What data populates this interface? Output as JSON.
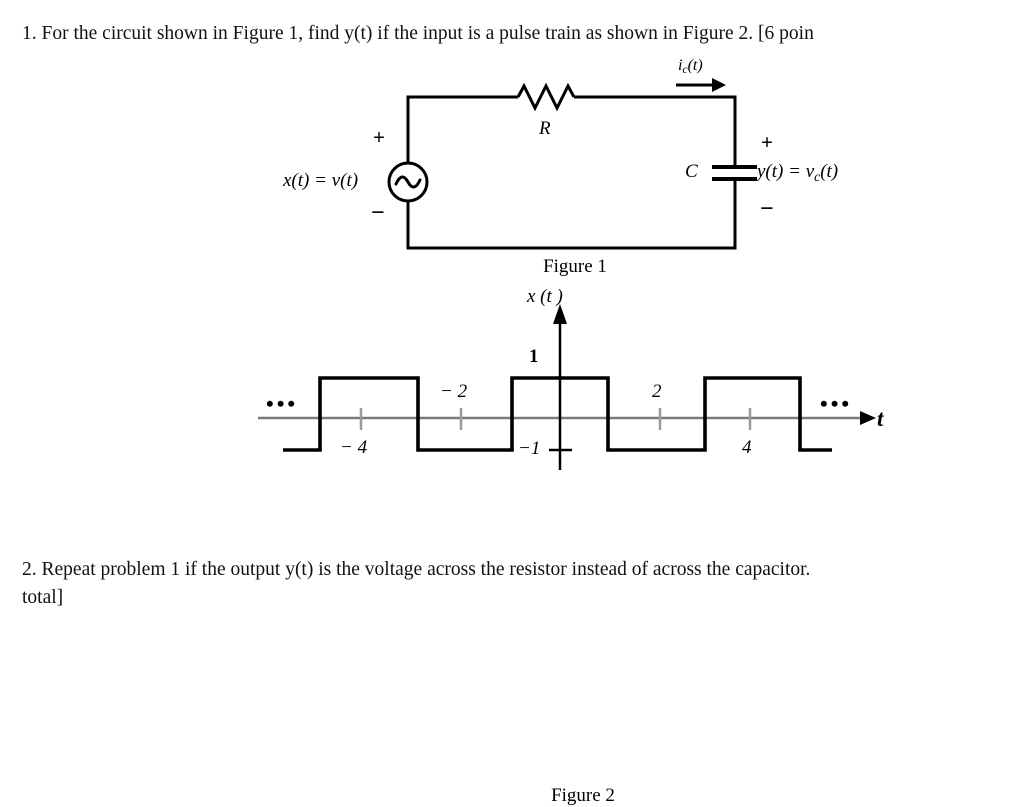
{
  "document": {
    "problem1": {
      "number": "1.",
      "text": "For the circuit shown in Figure 1, find y(t) if the input is a pulse train as shown in Figure 2. [6 poin",
      "clipped": true
    },
    "problem2": {
      "number": "2.",
      "line1": "Repeat problem 1 if the output y(t) is the voltage across the resistor instead of across the capacitor.",
      "line2": "total]"
    }
  },
  "figure1": {
    "caption": "Figure 1",
    "source": {
      "label": "x(t) = v(t)",
      "plus": "+",
      "minus": "−",
      "icon": "ac-source-icon"
    },
    "resistor": {
      "label": "R",
      "icon": "resistor-icon"
    },
    "capacitor": {
      "label": "C",
      "output_label": "y(t) = v",
      "output_label_sub": "c",
      "output_label_tail": "(t)",
      "plus": "+",
      "minus": "−",
      "icon": "capacitor-icon"
    },
    "current": {
      "label_main": "i",
      "label_sub": "c",
      "label_tail": "(t)",
      "icon": "current-arrow-icon"
    },
    "colors": {
      "wire": "#000000"
    }
  },
  "figure2": {
    "caption": "Figure 2",
    "y_axis_label": "x (t )",
    "x_axis_label": "t",
    "amplitude_label": "1",
    "negative_one_label": "−1",
    "left_ellipsis": "•••",
    "right_ellipsis": "•••",
    "tick_labels": [
      "− 4",
      "− 2",
      "2",
      "4"
    ],
    "colors": {
      "axis": "#7a7a7a",
      "waveform": "#000000"
    }
  },
  "chart_data": {
    "type": "line",
    "title": "Figure 2",
    "xlabel": "t",
    "ylabel": "x (t )",
    "xlim": [
      -5.5,
      5.4
    ],
    "ylim": [
      -1.6,
      1.6
    ],
    "grid": false,
    "legend": null,
    "annotations": [
      "1",
      "−1",
      "••• (left)",
      "••• (right)"
    ],
    "xticks": [
      -4,
      -2,
      2,
      4
    ],
    "xticklabels": [
      "− 4",
      "− 2",
      "2",
      "4"
    ],
    "yticks": [
      -1
    ],
    "yticklabels": [
      "−1"
    ],
    "description": "Periodic square pulse train, period 4, amplitude +1 for |t|<1 (mod 4), −1 otherwise",
    "series": [
      {
        "name": "x(t)",
        "x": [
          -5.5,
          -4.8,
          -4.8,
          -2.9,
          -2.9,
          -1.0,
          -1.0,
          1.0,
          1.0,
          2.9,
          2.9,
          4.8,
          4.8,
          5.45
        ],
        "y": [
          -1,
          -1,
          1,
          1,
          -1,
          -1,
          1,
          1,
          -1,
          -1,
          1,
          1,
          -1,
          -1
        ]
      }
    ]
  }
}
